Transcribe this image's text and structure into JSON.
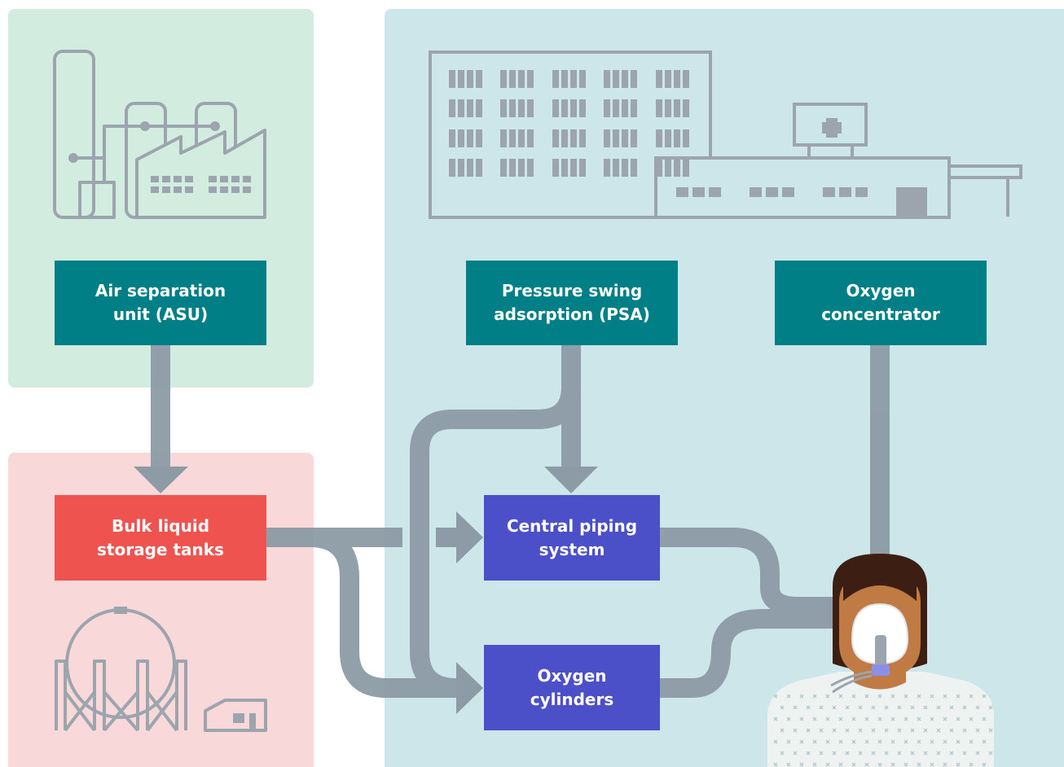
{
  "colors": {
    "production_zone": "#d3ece0",
    "storage_zone": "#f8d8d8",
    "hospital_zone": "#cde6ea",
    "teal_node": "#007f86",
    "red_node": "#ef5350",
    "blue_node": "#4b50c8",
    "pipe": "#8c9ba5",
    "line_art": "#9ca5ad"
  },
  "nodes": {
    "asu": {
      "label": "Air separation\nunit (ASU)"
    },
    "psa": {
      "label": "Pressure swing\nadsorption (PSA)"
    },
    "concentrator": {
      "label": "Oxygen\nconcentrator"
    },
    "bulk": {
      "label": "Bulk liquid\nstorage tanks"
    },
    "piping": {
      "label": "Central piping\nsystem"
    },
    "cylinders": {
      "label": "Oxygen\ncylinders"
    }
  },
  "icons": {
    "production": "factory-icon",
    "storage": "storage-tank-icon",
    "hospital": "hospital-icon",
    "patient": "patient-with-oxygen-mask-icon"
  }
}
